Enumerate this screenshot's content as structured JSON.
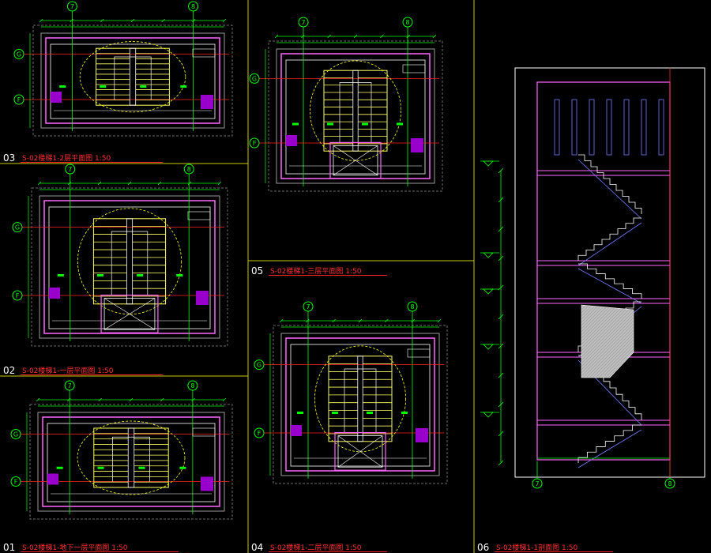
{
  "drawing_sheet": {
    "background": "#000000",
    "frame_color": "#c8c800",
    "colors": {
      "wall": "#ff66ff",
      "dim": "#00ff00",
      "axis": "#ff2020",
      "stair": "#ffff66",
      "arc": "#ffff00",
      "column": "#9900cc",
      "grey_frame": "#9a9a9a",
      "cyan": "#00ffff",
      "white": "#ffffff"
    },
    "views": [
      {
        "id": "v03",
        "number": "03",
        "title": "S-02楼梯1-2层平面图 1:50",
        "grid_top": [
          "7",
          "8"
        ],
        "grid_side": [
          "G",
          "F"
        ],
        "icon": "stair-plan"
      },
      {
        "id": "v02",
        "number": "02",
        "title": "S-02楼梯1-一层平面图 1:50",
        "grid_top": [
          "7",
          "8"
        ],
        "grid_side": [
          "G",
          "F"
        ],
        "icon": "stair-plan"
      },
      {
        "id": "v01",
        "number": "01",
        "title": "S-02楼梯1-地下一层平面图 1:50",
        "grid_top": [
          "7",
          "8"
        ],
        "grid_side": [
          "G",
          "F"
        ],
        "icon": "stair-plan"
      },
      {
        "id": "v05",
        "number": "05",
        "title": "S-02楼梯1-三层平面图 1:50",
        "grid_top": [
          "7",
          "8"
        ],
        "grid_side": [
          "G",
          "F"
        ],
        "icon": "stair-plan"
      },
      {
        "id": "v04",
        "number": "04",
        "title": "S-02楼梯1-二层平面图 1:50",
        "grid_top": [
          "7",
          "8"
        ],
        "grid_side": [
          "G",
          "F"
        ],
        "icon": "stair-plan"
      },
      {
        "id": "v06",
        "number": "06",
        "title": "S-02楼梯1-1剖面图 1:50",
        "grid_top": [],
        "grid_bottom": [
          "7",
          "8"
        ],
        "icon": "stair-section"
      }
    ]
  }
}
